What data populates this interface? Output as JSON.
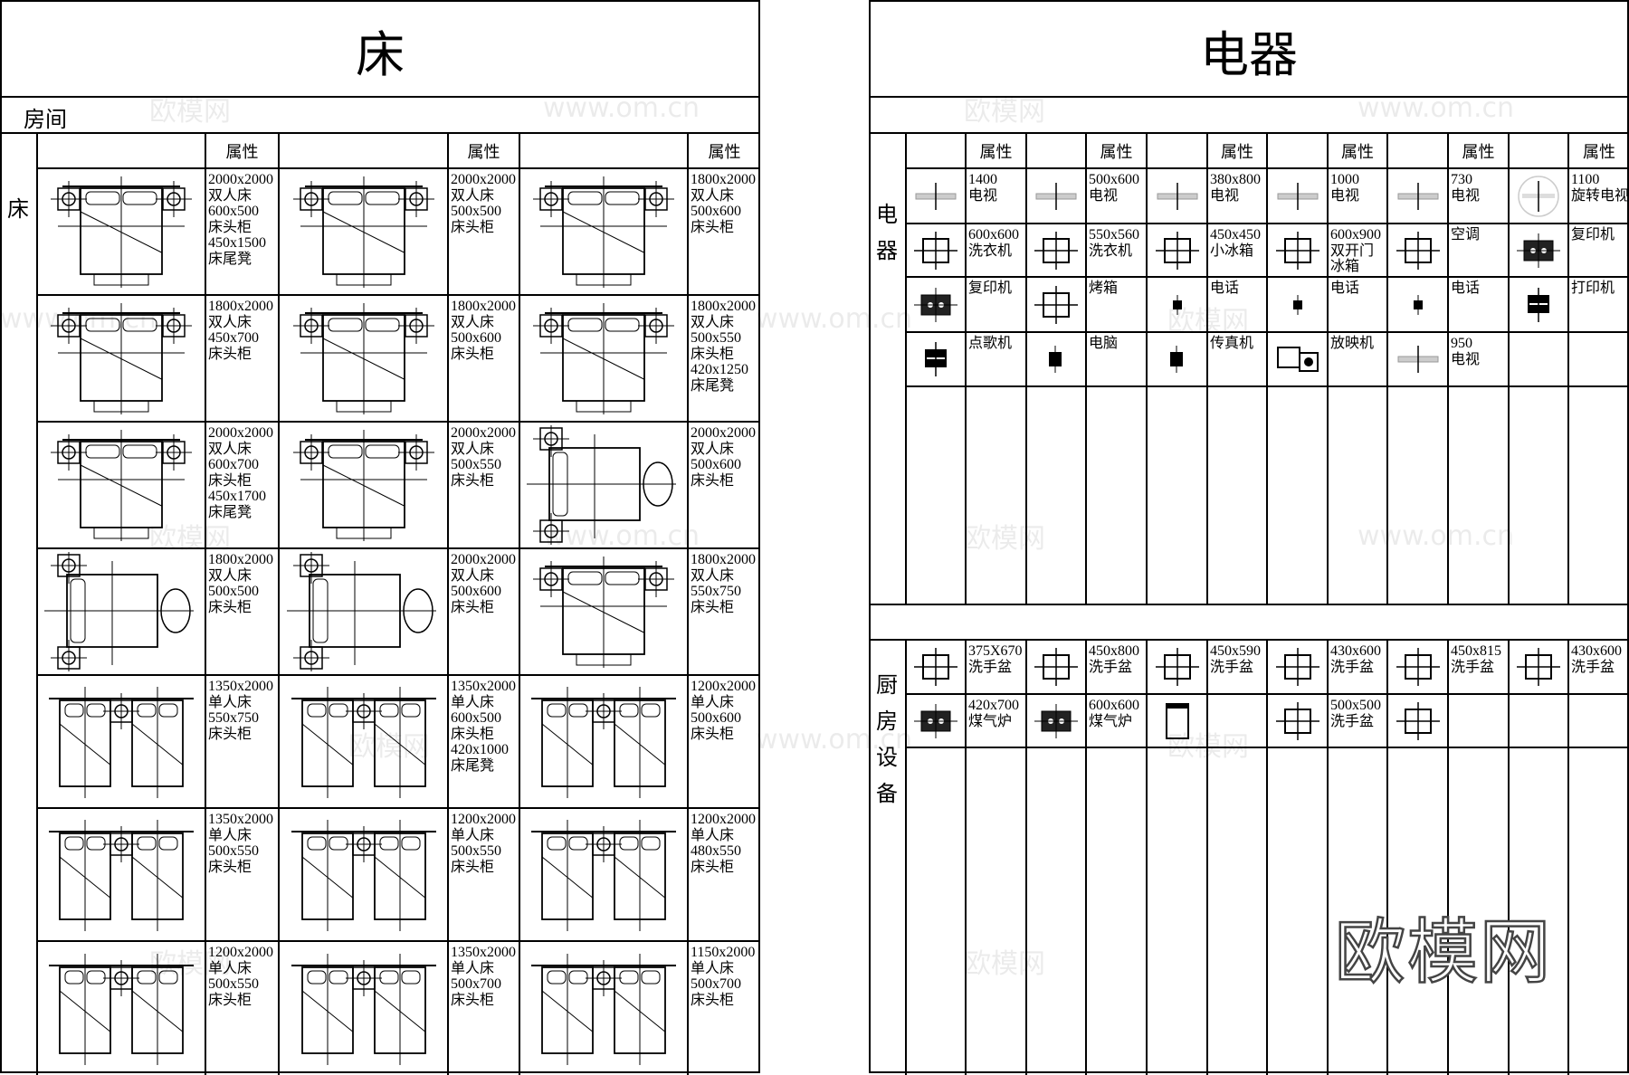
{
  "watermark": {
    "logo": "欧模网",
    "site": "www.om.cn"
  },
  "left": {
    "title": "床",
    "subheader": "房间",
    "row_label": "床",
    "attr_header": "属性",
    "rows": [
      [
        {
          "type": "double-bed",
          "attrs": [
            "2000x2000",
            "双人床",
            "600x500",
            "床头柜",
            "450x1500",
            "床尾凳"
          ]
        },
        {
          "type": "double-bed",
          "attrs": [
            "2000x2000",
            "双人床",
            "500x500",
            "床头柜"
          ]
        },
        {
          "type": "double-bed",
          "attrs": [
            "1800x2000",
            "双人床",
            "500x600",
            "床头柜"
          ]
        }
      ],
      [
        {
          "type": "double-bed",
          "attrs": [
            "1800x2000",
            "双人床",
            "450x700",
            "床头柜"
          ]
        },
        {
          "type": "double-bed",
          "attrs": [
            "1800x2000",
            "双人床",
            "500x600",
            "床头柜"
          ]
        },
        {
          "type": "double-bed",
          "attrs": [
            "1800x2000",
            "双人床",
            "500x550",
            "床头柜",
            "420x1250",
            "床尾凳"
          ]
        }
      ],
      [
        {
          "type": "double-bed",
          "attrs": [
            "2000x2000",
            "双人床",
            "600x700",
            "床头柜",
            "450x1700",
            "床尾凳"
          ]
        },
        {
          "type": "double-bed",
          "attrs": [
            "2000x2000",
            "双人床",
            "500x550",
            "床头柜"
          ]
        },
        {
          "type": "double-bed-rotated",
          "attrs": [
            "2000x2000",
            "双人床",
            "500x600",
            "床头柜"
          ]
        }
      ],
      [
        {
          "type": "double-bed-rotated",
          "attrs": [
            "1800x2000",
            "双人床",
            "500x500",
            "床头柜"
          ]
        },
        {
          "type": "double-bed-rotated",
          "attrs": [
            "2000x2000",
            "双人床",
            "500x600",
            "床头柜"
          ]
        },
        {
          "type": "double-bed",
          "attrs": [
            "1800x2000",
            "双人床",
            "550x750",
            "床头柜"
          ]
        }
      ],
      [
        {
          "type": "twin-bed",
          "attrs": [
            "1350x2000",
            "单人床",
            "550x750",
            "床头柜"
          ]
        },
        {
          "type": "twin-bed",
          "attrs": [
            "1350x2000",
            "单人床",
            "600x500",
            "床头柜",
            "420x1000",
            "床尾凳"
          ]
        },
        {
          "type": "twin-bed",
          "attrs": [
            "1200x2000",
            "单人床",
            "500x600",
            "床头柜"
          ]
        }
      ],
      [
        {
          "type": "twin-bed",
          "attrs": [
            "1350x2000",
            "单人床",
            "500x550",
            "床头柜"
          ]
        },
        {
          "type": "twin-bed",
          "attrs": [
            "1200x2000",
            "单人床",
            "500x550",
            "床头柜"
          ]
        },
        {
          "type": "twin-bed",
          "attrs": [
            "1200x2000",
            "单人床",
            "480x550",
            "床头柜"
          ]
        }
      ],
      [
        {
          "type": "twin-bed",
          "attrs": [
            "1200x2000",
            "单人床",
            "500x550",
            "床头柜"
          ]
        },
        {
          "type": "twin-bed",
          "attrs": [
            "1350x2000",
            "单人床",
            "500x700",
            "床头柜"
          ]
        },
        {
          "type": "twin-bed",
          "attrs": [
            "1150x2000",
            "单人床",
            "500x700",
            "床头柜"
          ]
        }
      ]
    ]
  },
  "right": {
    "title": "电器",
    "attr_header": "属性",
    "appliances": {
      "label": "电器",
      "rows": [
        [
          {
            "icon": "tv-icon",
            "attrs": [
              "1400",
              "电视"
            ]
          },
          {
            "icon": "tv-icon",
            "attrs": [
              "500x600",
              "电视"
            ]
          },
          {
            "icon": "tv-icon",
            "attrs": [
              "380x800",
              "电视"
            ]
          },
          {
            "icon": "tv-icon",
            "attrs": [
              "1000",
              "电视"
            ]
          },
          {
            "icon": "tv-icon",
            "attrs": [
              "730",
              "电视"
            ]
          },
          {
            "icon": "rotating-tv-icon",
            "attrs": [
              "1100",
              "旋转电视"
            ]
          }
        ],
        [
          {
            "icon": "washing-machine-icon",
            "attrs": [
              "600x600",
              "洗衣机"
            ]
          },
          {
            "icon": "washing-machine-icon",
            "attrs": [
              "550x560",
              "洗衣机"
            ]
          },
          {
            "icon": "mini-fridge-icon",
            "attrs": [
              "450x450",
              "小冰箱"
            ]
          },
          {
            "icon": "fridge-icon",
            "attrs": [
              "600x900",
              "双开门",
              "冰箱"
            ]
          },
          {
            "icon": "air-conditioner-icon",
            "attrs": [
              "空调"
            ]
          },
          {
            "icon": "copier-icon",
            "attrs": [
              "复印机"
            ]
          }
        ],
        [
          {
            "icon": "copier-icon",
            "attrs": [
              "复印机"
            ]
          },
          {
            "icon": "oven-icon",
            "attrs": [
              "烤箱"
            ]
          },
          {
            "icon": "phone-icon",
            "attrs": [
              "电话"
            ]
          },
          {
            "icon": "phone-icon",
            "attrs": [
              "电话"
            ]
          },
          {
            "icon": "phone-icon",
            "attrs": [
              "电话"
            ]
          },
          {
            "icon": "printer-icon",
            "attrs": [
              "打印机"
            ]
          }
        ],
        [
          {
            "icon": "karaoke-machine-icon",
            "attrs": [
              "点歌机"
            ]
          },
          {
            "icon": "computer-icon",
            "attrs": [
              "电脑"
            ]
          },
          {
            "icon": "fax-icon",
            "attrs": [
              "传真机"
            ]
          },
          {
            "icon": "projector-icon",
            "attrs": [
              "放映机"
            ]
          },
          {
            "icon": "tv-icon",
            "attrs": [
              "950",
              "电视"
            ]
          },
          {
            "icon": "",
            "attrs": []
          }
        ]
      ]
    },
    "kitchen": {
      "label": "厨房设备",
      "rows": [
        [
          {
            "icon": "sink-icon",
            "attrs": [
              "375X670",
              "洗手盆"
            ]
          },
          {
            "icon": "sink-icon",
            "attrs": [
              "450x800",
              "洗手盆"
            ]
          },
          {
            "icon": "sink-icon",
            "attrs": [
              "450x590",
              "洗手盆"
            ]
          },
          {
            "icon": "sink-icon",
            "attrs": [
              "430x600",
              "洗手盆"
            ]
          },
          {
            "icon": "sink-icon",
            "attrs": [
              "450x815",
              "洗手盆"
            ]
          },
          {
            "icon": "sink-icon",
            "attrs": [
              "430x600",
              "洗手盆"
            ]
          }
        ],
        [
          {
            "icon": "gas-stove-icon",
            "attrs": [
              "420x700",
              "煤气炉"
            ]
          },
          {
            "icon": "gas-stove-icon",
            "attrs": [
              "600x600",
              "煤气炉"
            ]
          },
          {
            "icon": "cabinet-icon",
            "attrs": []
          },
          {
            "icon": "sink-icon",
            "attrs": [
              "500x500",
              "洗手盆"
            ]
          },
          {
            "icon": "oven-icon",
            "attrs": []
          },
          {
            "icon": "",
            "attrs": []
          }
        ]
      ]
    }
  }
}
